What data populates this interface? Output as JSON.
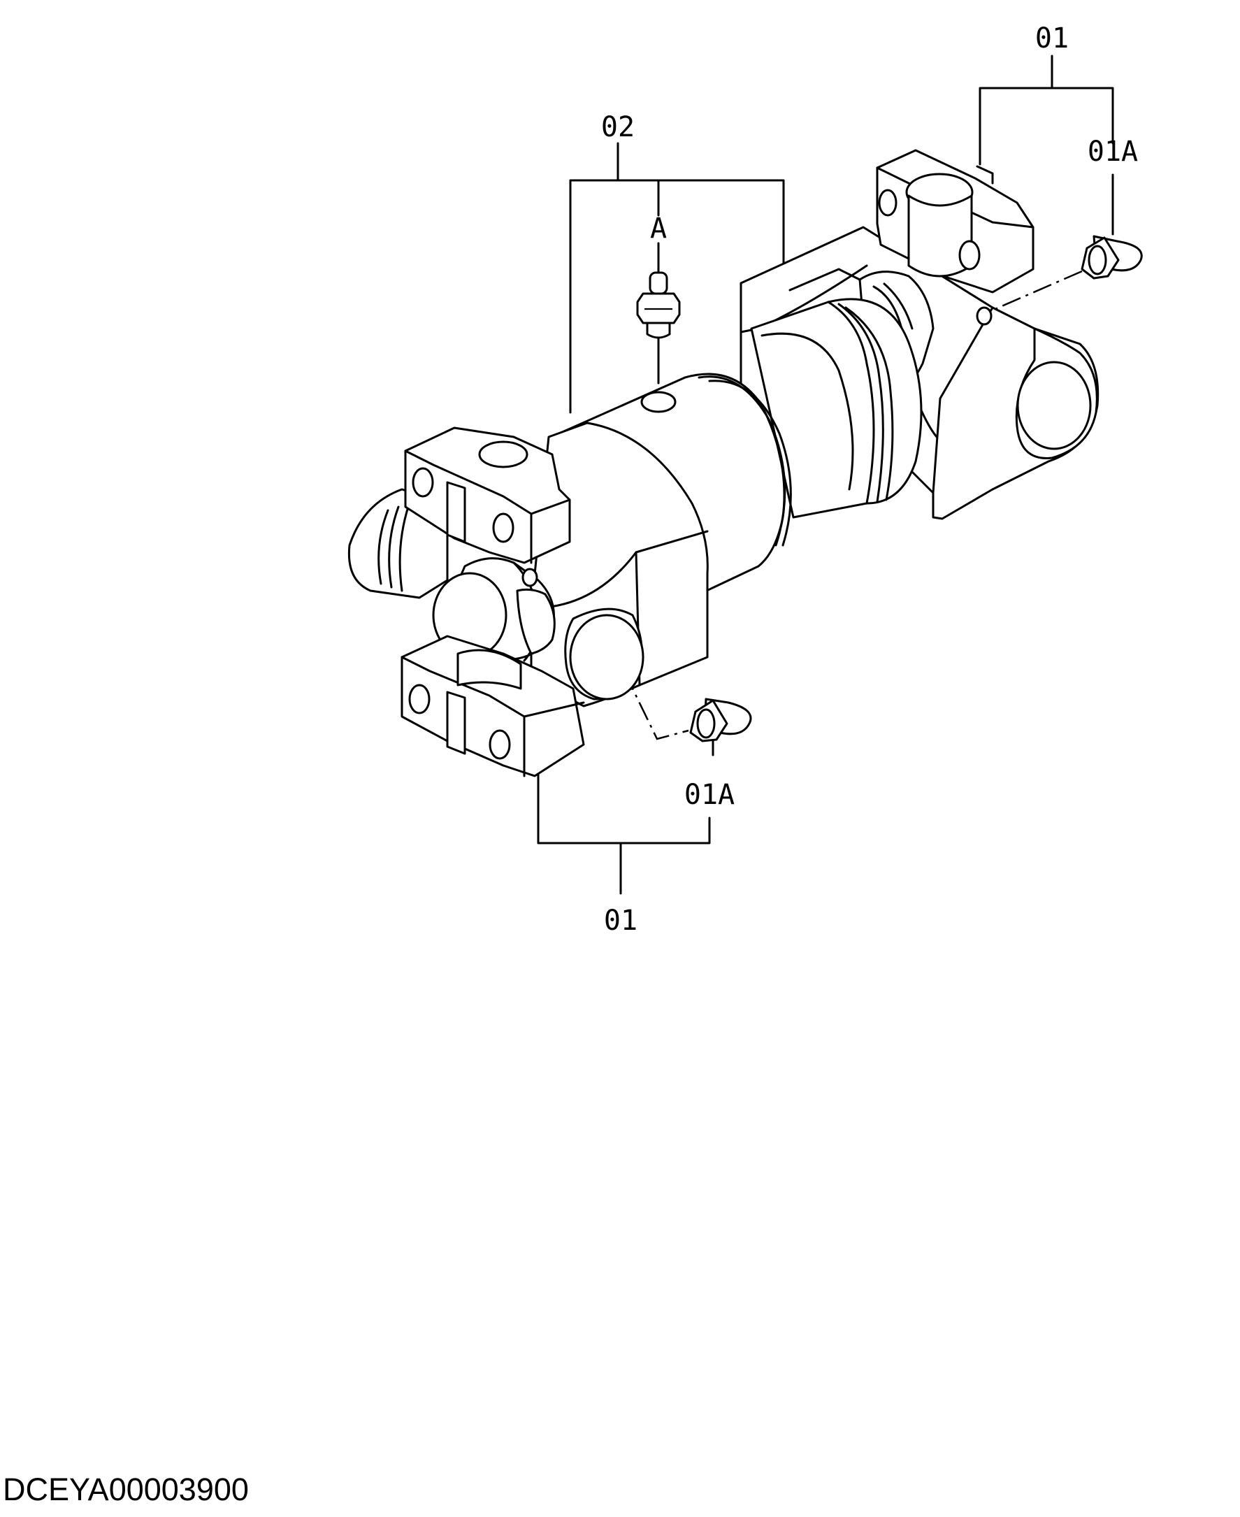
{
  "callouts": {
    "top_assembly": "01",
    "top_fitting": "01A",
    "bushing": "02",
    "grease_point": "A",
    "bottom_fitting": "01A",
    "bottom_assembly": "01"
  },
  "reference_code": "DCEYA00003900",
  "colors": {
    "line": "#000000",
    "background": "#ffffff"
  }
}
